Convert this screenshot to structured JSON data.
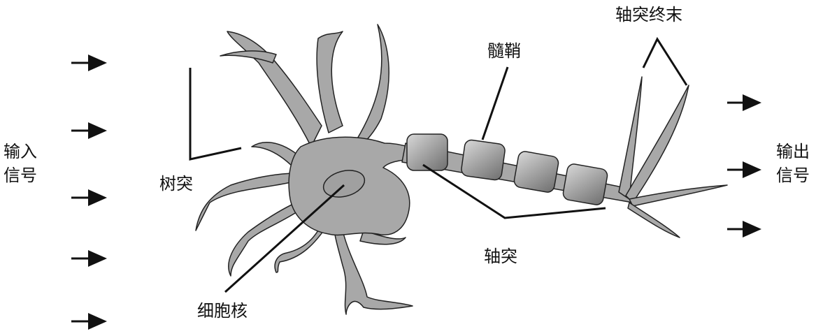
{
  "labels": {
    "input_line1": "输入",
    "input_line2": "信号",
    "output_line1": "输出",
    "output_line2": "信号",
    "dendrite": "树突",
    "nucleus": "细胞核",
    "myelin": "髓鞘",
    "axon_terminal": "轴突终末",
    "axon": "轴突"
  },
  "colors": {
    "cell_fill": "#a8a8a8",
    "myelin_fill": "#9a9a9a",
    "outline": "#222222"
  }
}
